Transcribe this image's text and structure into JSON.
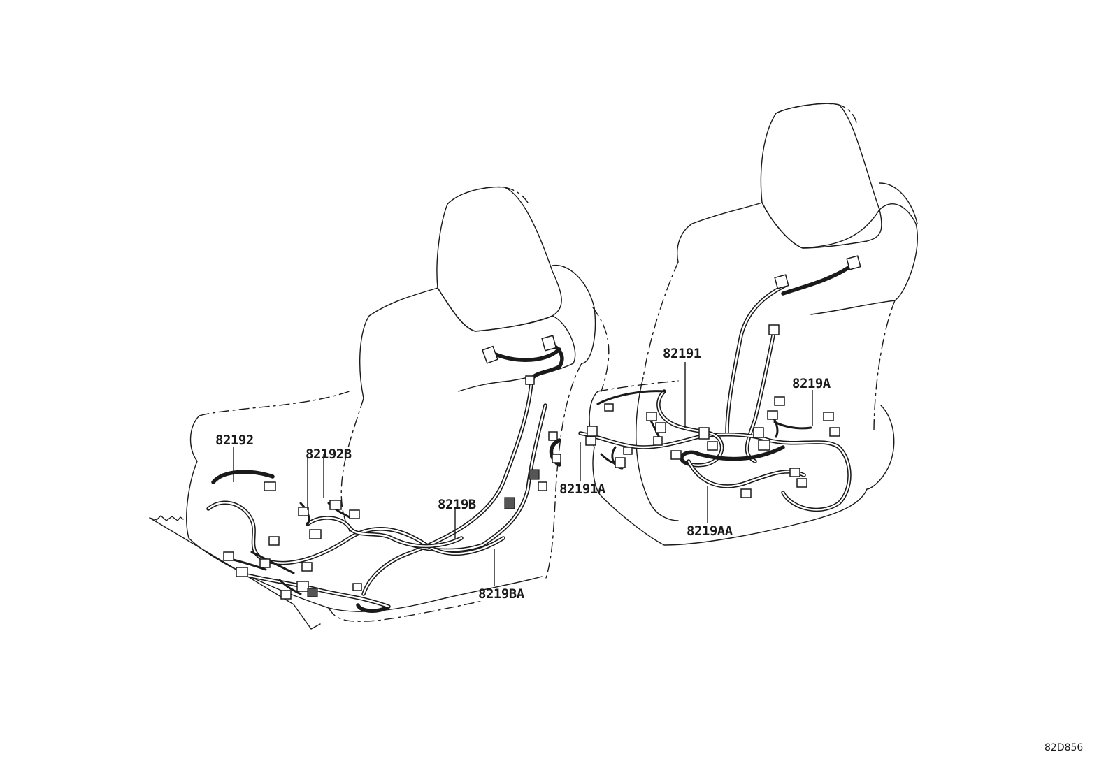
{
  "diagram": {
    "diagram_code": "82D856",
    "part_labels": {
      "p82192": "82192",
      "p82192B": "82192B",
      "p8219B": "8219B",
      "p8219BA": "8219BA",
      "p82191": "82191",
      "p82191A": "82191A",
      "p8219A": "8219A",
      "p8219AA": "8219AA"
    }
  }
}
